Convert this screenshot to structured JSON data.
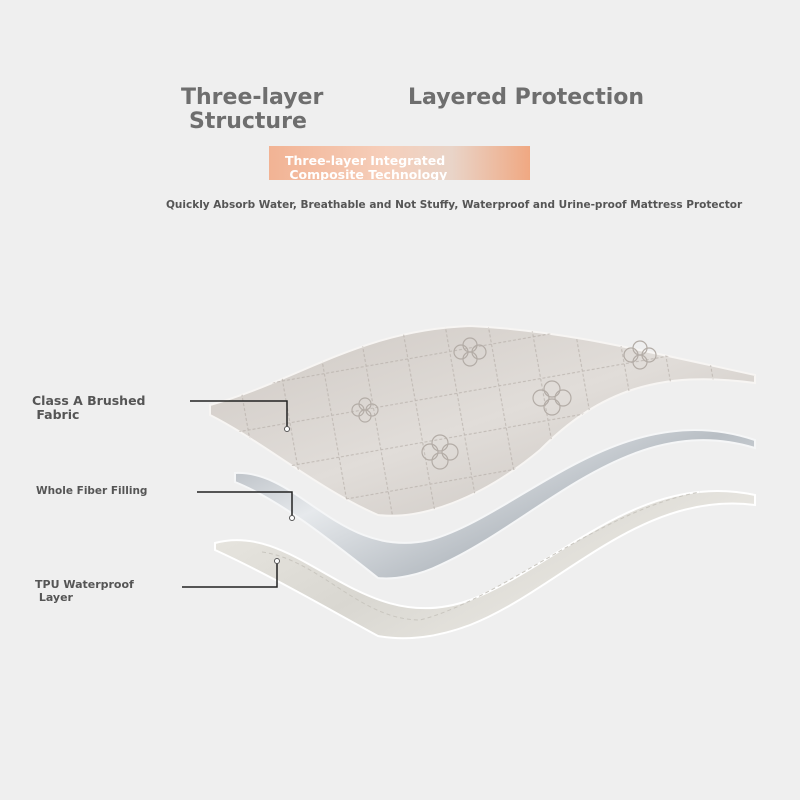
{
  "header": {
    "title_left_line1": "Three-layer",
    "title_left_line2": "Structure",
    "title_right": "Layered Protection",
    "banner_text": "Three-layer Integrated\n Composite Technology",
    "tagline": "Quickly Absorb Water, Breathable and Not Stuffy, Waterproof and Urine-proof Mattress Protector"
  },
  "layers": [
    {
      "label": "Class A Brushed\n Fabric"
    },
    {
      "label": "Whole Fiber Filling"
    },
    {
      "label": "TPU Waterproof\n Layer"
    }
  ],
  "colors": {
    "background": "#efefef",
    "title_text": "#6e6e6e",
    "banner_start": "#f2b394",
    "banner_end": "#f0a882",
    "fabric": "#d8d3cf",
    "filling": "#c9cdd1",
    "tpu": "#e4e2dc"
  },
  "icons": {
    "leader_line": "callout-line",
    "anchor_dot": "callout-dot",
    "quilt_flower": "flower-pattern-icon"
  }
}
